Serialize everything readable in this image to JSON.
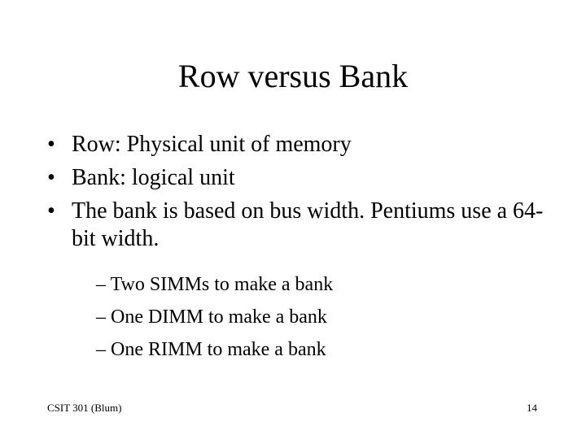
{
  "slide": {
    "title": "Row versus Bank",
    "bullet_marker": "•",
    "bullets": [
      "Row: Physical unit of memory",
      "Bank: logical unit",
      "The bank is based on bus width.  Pentiums use a 64-bit width."
    ],
    "subbullets": [
      "– Two SIMMs to make a bank",
      "– One DIMM to make a bank",
      "– One RIMM to make a bank"
    ],
    "footer_left": "CSIT 301 (Blum)",
    "page_number": "14"
  }
}
